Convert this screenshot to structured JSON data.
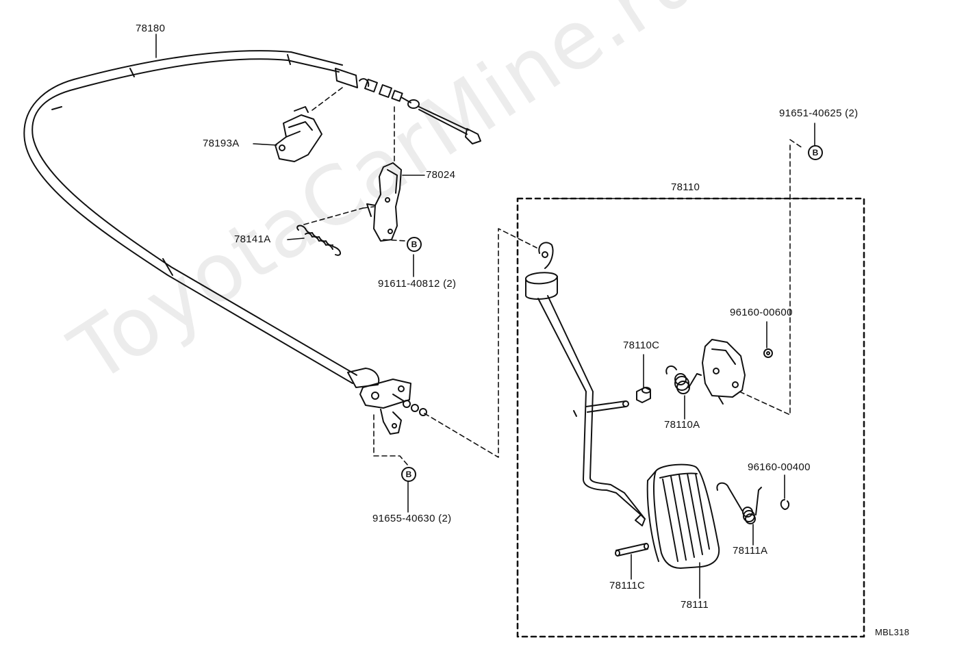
{
  "watermark": "ToyotaCarMine.ru",
  "diagram_code": "MBL318",
  "ref_marker": "B",
  "labels": {
    "p78180": "78180",
    "p78193A": "78193A",
    "p78024": "78024",
    "p78141A": "78141A",
    "p91611": "91611-40812 (2)",
    "p91655": "91655-40630 (2)",
    "p91651": "91651-40625 (2)",
    "p78110": "78110",
    "p96160_00600": "96160-00600",
    "p78110C": "78110C",
    "p78110A": "78110A",
    "p96160_00400": "96160-00400",
    "p78111A": "78111A",
    "p78111C": "78111C",
    "p78111": "78111"
  }
}
